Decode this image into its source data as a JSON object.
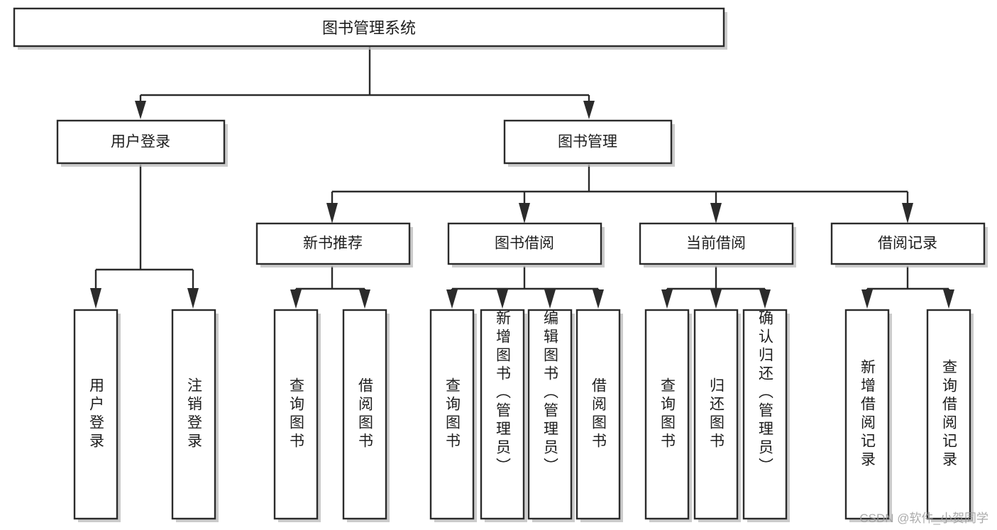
{
  "diagram": {
    "type": "tree",
    "title": "图书管理系统",
    "orientation": "top-down",
    "watermark": "CSDN @软件_小贺同学",
    "colors": {
      "background": "#ffffff",
      "box_fill": "#ffffff",
      "box_stroke": "#2b2b2b",
      "text": "#1d1d1d",
      "shadow": "#b9b9b9",
      "watermark": "#9c9c9c"
    },
    "root": {
      "label": "图书管理系统"
    },
    "level2": [
      {
        "label": "用户登录"
      },
      {
        "label": "图书管理"
      }
    ],
    "level3": [
      {
        "label": "新书推荐"
      },
      {
        "label": "图书借阅"
      },
      {
        "label": "当前借阅"
      },
      {
        "label": "借阅记录"
      }
    ],
    "leaves": {
      "user_login": [
        {
          "label": "用户登录"
        },
        {
          "label": "注销登录"
        }
      ],
      "new_book_recommend": [
        {
          "label": "查询图书"
        },
        {
          "label": "借阅图书"
        }
      ],
      "book_borrow": [
        {
          "label": "查询图书"
        },
        {
          "label": "新增图书（管理员）"
        },
        {
          "label": "编辑图书（管理员）"
        },
        {
          "label": "借阅图书"
        }
      ],
      "current_borrow": [
        {
          "label": "查询图书"
        },
        {
          "label": "归还图书"
        },
        {
          "label": "确认归还（管理员）"
        }
      ],
      "borrow_record": [
        {
          "label": "新增借阅记录"
        },
        {
          "label": "查询借阅记录"
        }
      ]
    }
  }
}
